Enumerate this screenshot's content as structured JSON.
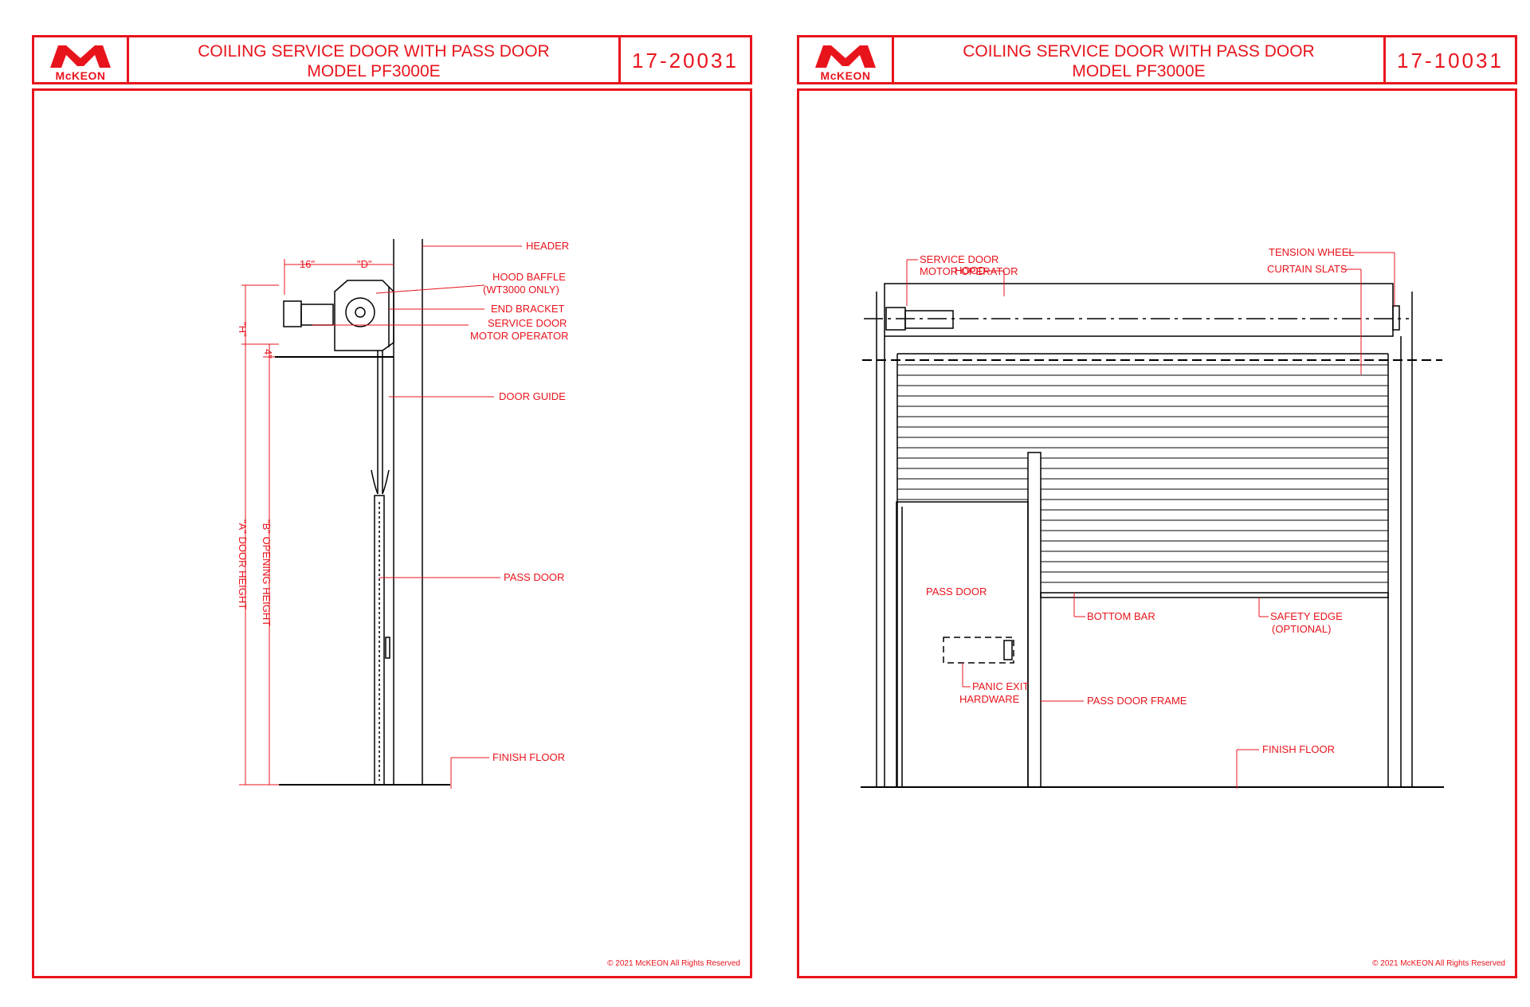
{
  "brand": {
    "name": "McKEON",
    "color": "#e8141c"
  },
  "sheets": [
    {
      "title_line1": "COILING SERVICE DOOR WITH PASS DOOR",
      "title_line2": "MODEL PF3000E",
      "drawing_number": "17-20031",
      "copyright": "© 2021 McKEON All Rights Reserved",
      "labels": {
        "header": "HEADER",
        "hood_baffle_1": "HOOD BAFFLE",
        "hood_baffle_2": "(WT3000 ONLY)",
        "end_bracket": "END BRACKET",
        "service_door_1": "SERVICE DOOR",
        "service_door_2": "MOTOR OPERATOR",
        "door_guide": "DOOR GUIDE",
        "pass_door": "PASS DOOR",
        "finish_floor": "FINISH FLOOR"
      },
      "dims": {
        "d16": "16\"",
        "dD": "\"D\"",
        "dH": "\"H\"",
        "d4": "4\"",
        "dA": "\"A\" DOOR HEIGHT",
        "dB": "\"B\" OPENING HEIGHT"
      }
    },
    {
      "title_line1": "COILING SERVICE DOOR WITH PASS DOOR",
      "title_line2": "MODEL PF3000E",
      "drawing_number": "17-10031",
      "copyright": "© 2021 McKEON All Rights Reserved",
      "labels": {
        "service_door_1": "SERVICE DOOR",
        "service_door_2": "MOTOR OPERATOR",
        "hood": "HOOD",
        "tension_wheel": "TENSION WHEEL",
        "curtain_slats": "CURTAIN SLATS",
        "pass_door": "PASS DOOR",
        "bottom_bar": "BOTTOM BAR",
        "safety_edge_1": "SAFETY EDGE",
        "safety_edge_2": "(OPTIONAL)",
        "panic_exit_1": "PANIC EXIT",
        "panic_exit_2": "HARDWARE",
        "pass_door_frame": "PASS DOOR FRAME",
        "finish_floor": "FINISH FLOOR"
      }
    }
  ]
}
